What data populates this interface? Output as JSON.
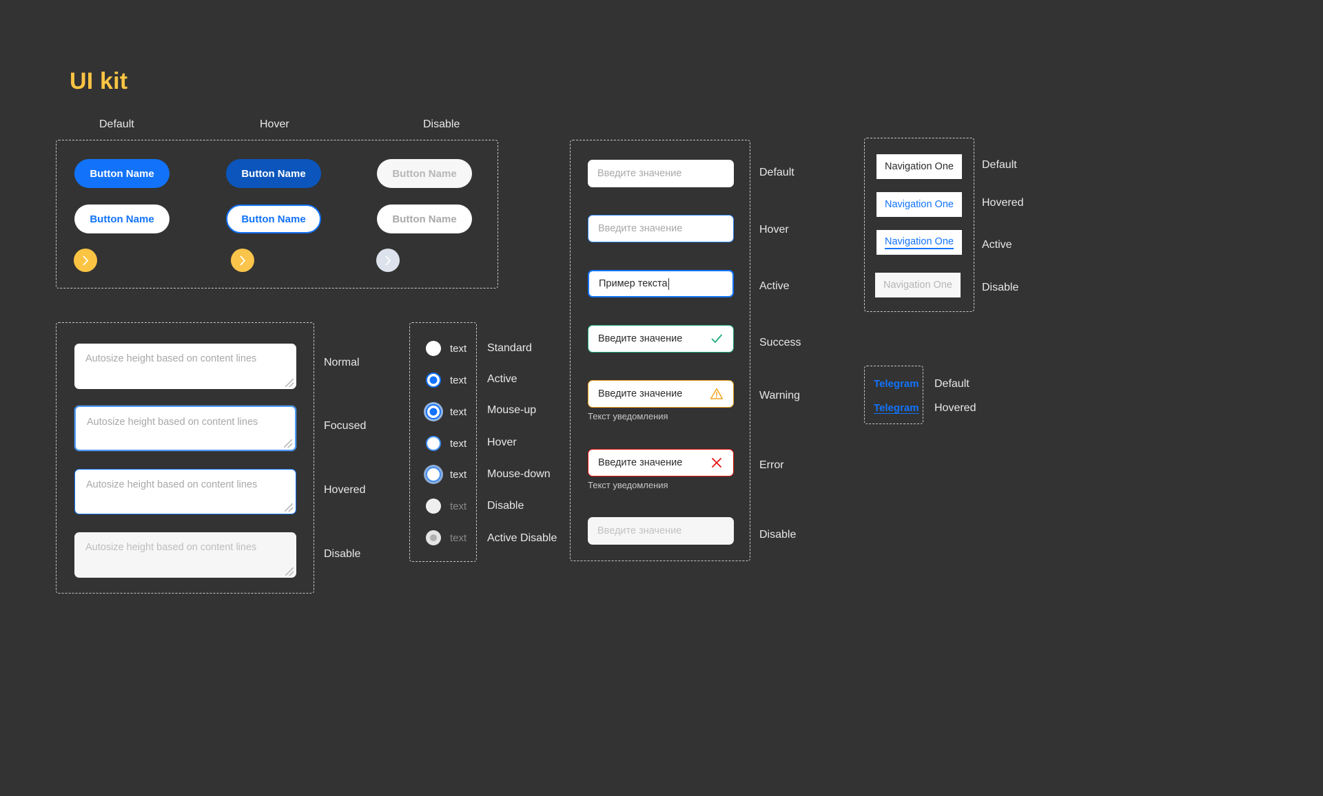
{
  "page": {
    "title": "UI kit",
    "accent": "#FBC443",
    "background": "#333333",
    "primary": "#1273FA"
  },
  "buttons": {
    "column_labels": [
      "Default",
      "Hover",
      "Disable"
    ],
    "primary_label": "Button Name",
    "secondary_label": "Button Name",
    "icon": "chevron-right-icon",
    "colors": {
      "primary_default": "#1273FA",
      "primary_hover": "#0B55BC",
      "primary_disable_bg": "#F7F7F7",
      "circle_default": "#FBC443",
      "circle_disable": "#DCE3EC"
    }
  },
  "textareas": {
    "placeholder": "Autosize height based on content lines",
    "states": [
      "Normal",
      "Focused",
      "Hovered",
      "Disable"
    ]
  },
  "radios": {
    "text": "text",
    "states": [
      "Standard",
      "Active",
      "Mouse-up",
      "Hover",
      "Mouse-down",
      "Disable",
      "Active Disable"
    ]
  },
  "inputs": {
    "placeholder": "Введите значение",
    "active_value": "Пример  текста",
    "hint": "Текст уведомления",
    "states": [
      "Default",
      "Hover",
      "Active",
      "Success",
      "Warning",
      "Error",
      "Disable"
    ],
    "icons": {
      "success": "check-icon",
      "warning": "warning-triangle-icon",
      "error": "close-x-icon"
    },
    "colors": {
      "success": "#1FAF7C",
      "warning": "#F2A41D",
      "error": "#E8120F"
    }
  },
  "navigation": {
    "label": "Navigation One",
    "states": [
      "Default",
      "Hovered",
      "Active",
      "Disable"
    ]
  },
  "telegram": {
    "label": "Telegram",
    "states": [
      "Default",
      "Hovered"
    ]
  }
}
